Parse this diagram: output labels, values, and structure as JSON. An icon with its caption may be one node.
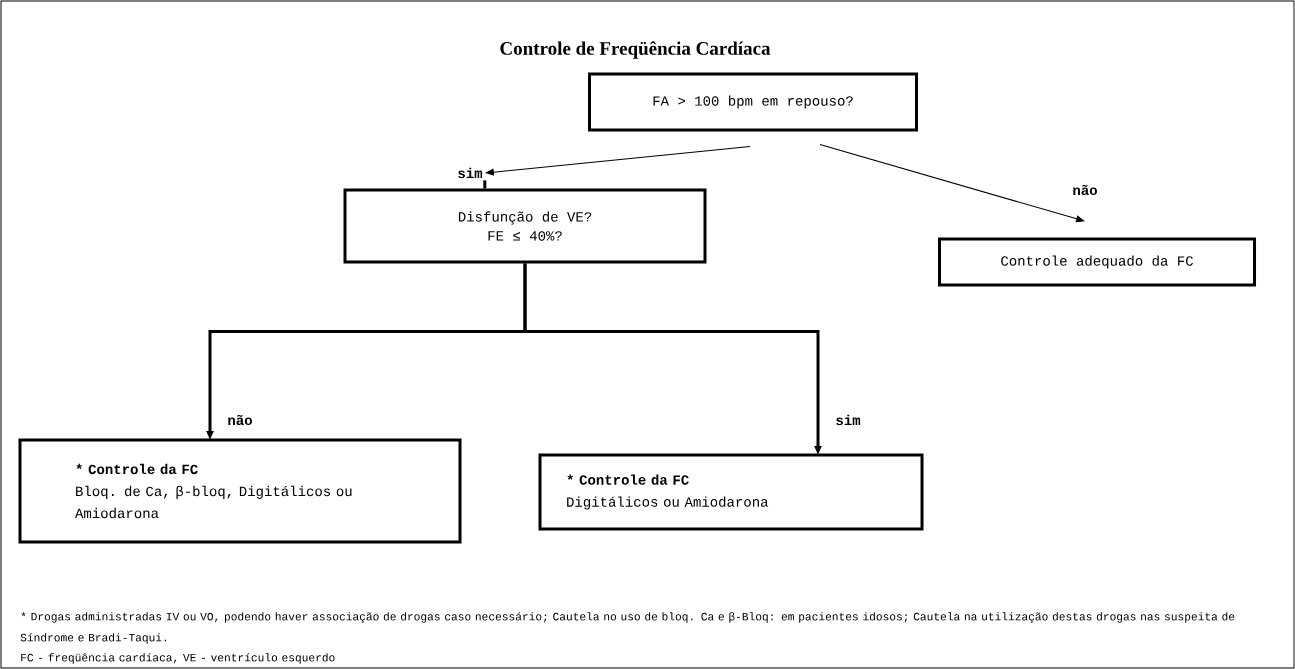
{
  "diagram": {
    "title": "Controle de Freqüência Cardíaca",
    "nodes": [
      {
        "text": [
          "FA > 100 bpm em repouso?"
        ]
      },
      {
        "text": [
          "sim"
        ]
      },
      {
        "text": [
          "não"
        ]
      },
      {
        "text": [
          "Disfunção de VE?",
          "FE ≤ 40%?"
        ]
      },
      {
        "text": [
          "Controle adequado da FC"
        ]
      },
      {
        "text": [
          "* Controle da FC",
          "Bloq. de Ca, β-bloq, Digitálicos ou Amiodarona"
        ]
      },
      {
        "text": [
          "* Controle da FC",
          "Digitálicos ou Amiodarona"
        ]
      }
    ],
    "edges": [
      {
        "from": 0,
        "to": 1,
        "arrow": "to"
      },
      {
        "from": 1,
        "to": 3,
        "arrow": "none"
      },
      {
        "from": 0,
        "to": 2,
        "arrow": "to"
      },
      {
        "from": 3,
        "to": 5,
        "arrow": "to",
        "label": "não"
      },
      {
        "from": 3,
        "to": 6,
        "arrow": "to",
        "label": "sim"
      }
    ],
    "labels": [
      "* Drogas administradas IV ou VO, podendo haver associação de drogas caso necessário; Cautela no uso de bloq. Ca e β-Bloq: em pacientes idosos; Cautela na utilização destas drogas nas suspeita de Síndrome e Bradi-Taqui.",
      "FC - freqüência cardíaca, VE - ventrículo esquerdo"
    ]
  }
}
